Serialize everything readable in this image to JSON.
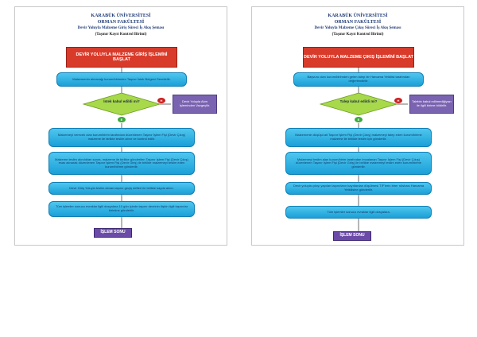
{
  "left": {
    "header": {
      "university": "KARABÜK ÜNİVERSİTESİ",
      "faculty": "ORMAN FAKÜLTESİ",
      "process": "Devir Yoluyla Malzeme Giriş Süreci İş Akış Şeması",
      "unit": "(Taşınır Kayıt Kontrol Birimi)"
    },
    "start": "DEVİR YOLUYLA MALZEME GİRİŞ İŞLEMİNİ BAŞLAT",
    "step1": "Malzemenin alınacağı kurum/birimden Taşınır İstek Belgesi Gerekirlik.",
    "decision": "İstek kabul edildi mi?",
    "no_label": "H",
    "yes_label": "E",
    "no_action": "Devir Yoluyla Alım İşleminden Vazgeçilir.",
    "step2": "Malzemeyi verecek olan kurum/birim tarafından düzenlenen Taşınır İşlem Fişi (Devir Çıkış) malzeme ile birlikte teslim alınır ve kontrol edilir.",
    "step3": "Malzeme teslim alındıktan sonra, malzeme ile birlikte gönderilen Taşınır İşlem Fişi (Devir Çıkış) esas alınarak düzenlenen Taşınır İşlem Fişi (Devir Giriş) ile birlikte malzemeyi teslim eden kurum/birime gönderilir.",
    "step4": "Devir Giriş Yoluyla teslim alınan taşınır geçiş defteri ile birlikte kayda alınır.",
    "step5": "Tüm işlemler sonucu evraklar ilgili dosyalara 10 gün içinde taşınır devrinin ilişkin ilgili taşınırlar birimine gönderilir.",
    "end": "İŞLEM SONU"
  },
  "right": {
    "header": {
      "university": "KARABÜK ÜNİVERSİTESİ",
      "faculty": "ORMAN FAKÜLTESİ",
      "process": "Devir Yoluyla Malzeme Çıkış Süreci İş Akış Şeması",
      "unit": "(Taşınır Kayıt Kontrol Birimi)"
    },
    "start": "DEVİR YOLUYLA MALZEME ÇIKIŞ İŞLEMİNİ BAŞLAT",
    "step1": "Başvuru olan kurum/birimden gelen talep bir Harcama Yetkilisi tarafından değerlendirilir.",
    "decision": "Talep kabul edildi mi?",
    "no_label": "H",
    "yes_label": "E",
    "no_action": "Talebin kabul edilmediğiyazı ile ilgili birime bildirilir.",
    "step2": "Malzemenin düşüşü ait Taşınır İşlem Fişi (Devir Çıkış) malzemeyi talep eden kurum/birime malzeme ile birlikte teslim için gönderilir.",
    "step3": "Malzemeyi teslim alan kurum/birim tarafından imzalanan Taşınır İşlem Fişi (Devir Çıkış) düzenlenen Taşınır İşlem Fişi (Devir Giriş) ile birlikte malzemeyi teslim eden kurum/birime gönderilir.",
    "step4": "Devir yoluyla çıkışı yapılan taşınırların kayıtlardan düşülmesi TİF'lerin birer nüshası Harcama Yetkilisine gönderilir.",
    "step5": "Tüm işlemler sonucu evraklar ilgili dosyalara.",
    "end": "İŞLEM SONU"
  }
}
